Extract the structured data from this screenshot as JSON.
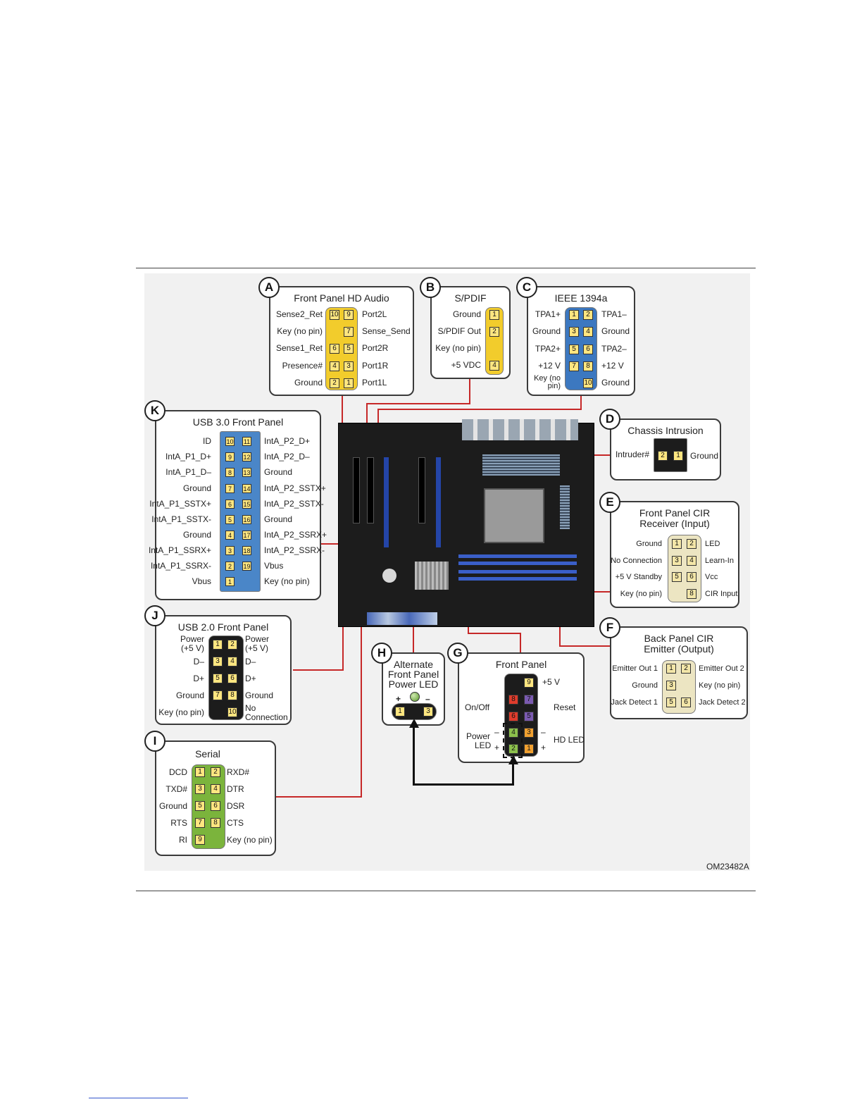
{
  "figure_code": "OM23482A",
  "panels": {
    "a": {
      "letter": "A",
      "title": "Front Panel HD Audio",
      "left": [
        "Sense2_Ret",
        "Key (no pin)",
        "Sense1_Ret",
        "Presence#",
        "Ground"
      ],
      "right": [
        "Port2L",
        "Sense_Send",
        "Port2R",
        "Port1R",
        "Port1L"
      ],
      "pins_left": [
        "10",
        "",
        "6",
        "4",
        "2"
      ],
      "pins_right": [
        "9",
        "7",
        "5",
        "3",
        "1"
      ]
    },
    "b": {
      "letter": "B",
      "title": "S/PDIF",
      "left": [
        "Ground",
        "S/PDIF Out",
        "Key (no pin)",
        "+5 VDC"
      ],
      "pins": [
        "1",
        "2",
        "",
        "4"
      ]
    },
    "c": {
      "letter": "C",
      "title": "IEEE 1394a",
      "left": [
        "TPA1+",
        "Ground",
        "TPA2+",
        "+12 V",
        "Key (no pin)"
      ],
      "right": [
        "TPA1–",
        "Ground",
        "TPA2–",
        "+12 V",
        "Ground"
      ],
      "pins_left": [
        "1",
        "3",
        "5",
        "7",
        ""
      ],
      "pins_right": [
        "2",
        "4",
        "6",
        "8",
        "10"
      ]
    },
    "d": {
      "letter": "D",
      "title": "Chassis Intrusion",
      "left": "Intruder#",
      "right": "Ground",
      "pins": [
        "2",
        "1"
      ]
    },
    "e": {
      "letter": "E",
      "title_line1": "Front Panel CIR",
      "title_line2": "Receiver (Input)",
      "left": [
        "Ground",
        "No Connection",
        "+5 V Standby",
        "Key (no pin)"
      ],
      "right": [
        "LED",
        "Learn-In",
        "Vcc",
        "CIR Input"
      ],
      "pins_left": [
        "1",
        "3",
        "5",
        ""
      ],
      "pins_right": [
        "2",
        "4",
        "6",
        "8"
      ]
    },
    "f": {
      "letter": "F",
      "title_line1": "Back Panel CIR",
      "title_line2": "Emitter (Output)",
      "left": [
        "Emitter Out 1",
        "Ground",
        "Jack Detect 1"
      ],
      "right": [
        "Emitter Out 2",
        "Key (no pin)",
        "Jack Detect 2"
      ],
      "pins_left": [
        "1",
        "3",
        "5"
      ],
      "pins_right": [
        "2",
        "",
        "6"
      ]
    },
    "g": {
      "letter": "G",
      "title": "Front Panel",
      "top_right": "+5 V",
      "on_off": "On/Off",
      "reset": "Reset",
      "power_led_1": "Power",
      "power_led_2": "LED",
      "hd_led": "HD LED",
      "plus": "+",
      "minus": "–",
      "pins_left": [
        "",
        "8",
        "6",
        "4",
        "2"
      ],
      "pins_right": [
        "9",
        "7",
        "5",
        "3",
        "1"
      ]
    },
    "h": {
      "letter": "H",
      "title_line1": "Alternate",
      "title_line2": "Front Panel",
      "title_line3": "Power LED",
      "plus": "+",
      "minus": "–",
      "pins": [
        "1",
        "3"
      ]
    },
    "i": {
      "letter": "I",
      "title": "Serial",
      "left": [
        "DCD",
        "TXD#",
        "Ground",
        "RTS",
        "RI"
      ],
      "right": [
        "RXD#",
        "DTR",
        "DSR",
        "CTS",
        "Key (no pin)"
      ],
      "pins_left": [
        "1",
        "3",
        "5",
        "7",
        "9"
      ],
      "pins_right": [
        "2",
        "4",
        "6",
        "8",
        ""
      ]
    },
    "j": {
      "letter": "J",
      "title": "USB 2.0 Front Panel",
      "left": [
        "Power (+5 V)",
        "D–",
        "D+",
        "Ground",
        "Key (no pin)"
      ],
      "right": [
        "Power (+5 V)",
        "D–",
        "D+",
        "Ground",
        "No Connection"
      ],
      "pins_left": [
        "1",
        "3",
        "5",
        "7",
        ""
      ],
      "pins_right": [
        "2",
        "4",
        "6",
        "8",
        "10"
      ]
    },
    "k": {
      "letter": "K",
      "title": "USB 3.0 Front Panel",
      "left": [
        "ID",
        "IntA_P1_D+",
        "IntA_P1_D–",
        "Ground",
        "IntA_P1_SSTX+",
        "IntA_P1_SSTX-",
        "Ground",
        "IntA_P1_SSRX+",
        "IntA_P1_SSRX-",
        "Vbus"
      ],
      "right": [
        "IntA_P2_D+",
        "IntA_P2_D–",
        "Ground",
        "IntA_P2_SSTX+",
        "IntA_P2_SSTX-",
        "Ground",
        "IntA_P2_SSRX+",
        "IntA_P2_SSRX-",
        "Vbus",
        "Key (no pin)"
      ],
      "pins_left": [
        "10",
        "9",
        "8",
        "7",
        "6",
        "5",
        "4",
        "3",
        "2",
        "1"
      ],
      "pins_right": [
        "11",
        "12",
        "13",
        "14",
        "15",
        "16",
        "17",
        "18",
        "19",
        ""
      ]
    }
  },
  "colors": {
    "audio": "#f2cc2c",
    "ieee": "#3c78c0",
    "serial": "#7bb43c",
    "usb3": "#4a86c8",
    "cir": "#ece5c2",
    "wire": "#c62828",
    "board": "#1c1c1c"
  }
}
